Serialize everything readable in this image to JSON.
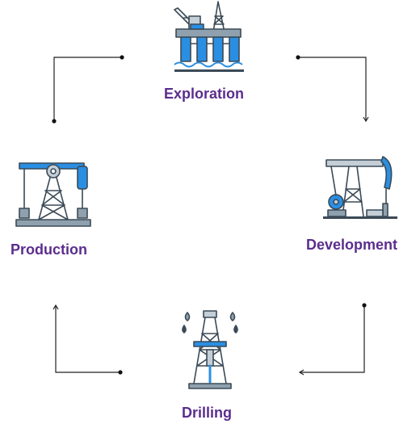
{
  "colors": {
    "label": "#5b2d8e",
    "outline": "#3b4a56",
    "steel": "#8fa1ae",
    "steel_light": "#c3ced6",
    "blue": "#2a8fe3",
    "connector": "#222222"
  },
  "stages": {
    "exploration": {
      "label": "Exploration",
      "icon": "offshore-oil-platform-icon"
    },
    "development": {
      "label": "Development",
      "icon": "pumpjack-icon"
    },
    "drilling": {
      "label": "Drilling",
      "icon": "drilling-derrick-icon"
    },
    "production": {
      "label": "Production",
      "icon": "oil-rig-derrick-icon"
    }
  }
}
